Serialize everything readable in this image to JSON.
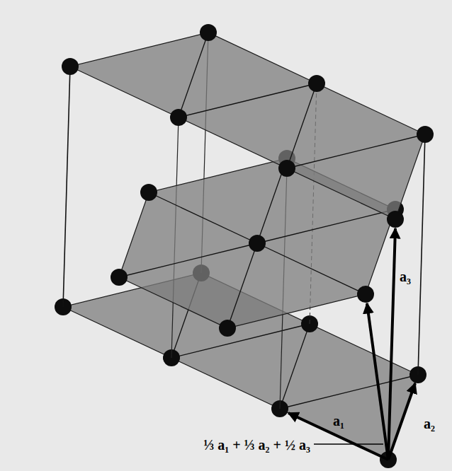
{
  "diagram": {
    "labels": [
      "⅓ a₁ + ⅓ a₂ + ½ a₃",
      "a₁",
      "a₂",
      "a₃"
    ]
  }
}
